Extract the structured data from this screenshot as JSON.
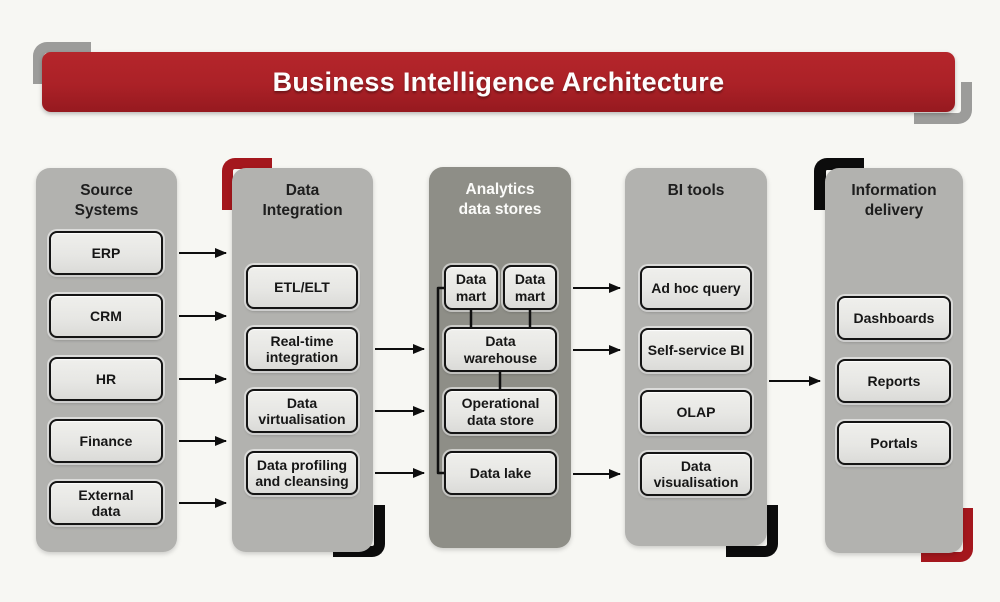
{
  "title": "Business Intelligence Architecture",
  "columns": [
    {
      "header": "Source\nSystems",
      "items": [
        "ERP",
        "CRM",
        "HR",
        "Finance",
        "External\ndata"
      ]
    },
    {
      "header": "Data\nIntegration",
      "items": [
        "ETL/ELT",
        "Real-time\nintegration",
        "Data\nvirtualisation",
        "Data profiling\nand cleansing"
      ]
    },
    {
      "header": "Analytics\ndata stores",
      "items": [
        "Data\nmart",
        "Data\nmart",
        "Data\nwarehouse",
        "Operational\ndata store",
        "Data lake"
      ]
    },
    {
      "header": "BI tools",
      "items": [
        "Ad hoc query",
        "Self-service BI",
        "OLAP",
        "Data\nvisualisation"
      ]
    },
    {
      "header": "Information\ndelivery",
      "items": [
        "Dashboards",
        "Reports",
        "Portals"
      ]
    }
  ],
  "colors": {
    "banner_red": "#A92125",
    "accent_red": "#A4171D",
    "accent_black": "#0C0C0C",
    "accent_gray": "#9C9C9A",
    "column_gray": "#B2B2AF",
    "column_dark_gray": "#8E8E87",
    "node_fill": "#E8E8E5",
    "node_border": "#141414",
    "arrow_black": "#0E0E0E",
    "background": "#F7F7F3"
  }
}
